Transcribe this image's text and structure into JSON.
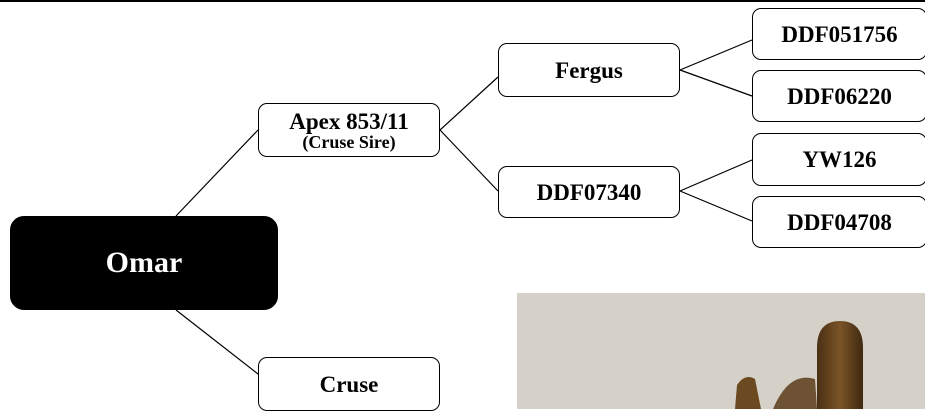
{
  "root": {
    "name": "Omar"
  },
  "sire": {
    "name": "Apex 853/11",
    "note": "(Cruse Sire)"
  },
  "dam": {
    "name": "Cruse"
  },
  "sire_sire": {
    "name": "Fergus"
  },
  "sire_dam": {
    "name": "DDF07340"
  },
  "ggp": {
    "a": "DDF051756",
    "b": "DDF06220",
    "c": "YW126",
    "d": "DDF04708"
  },
  "colors": {
    "root_fill": "#000000",
    "box_fill": "#ffffff",
    "line": "#000000",
    "photo_bg": "#d6d1c8",
    "horn": "#6b4a22"
  },
  "icons": {
    "photo": "animal-photo-crop"
  }
}
